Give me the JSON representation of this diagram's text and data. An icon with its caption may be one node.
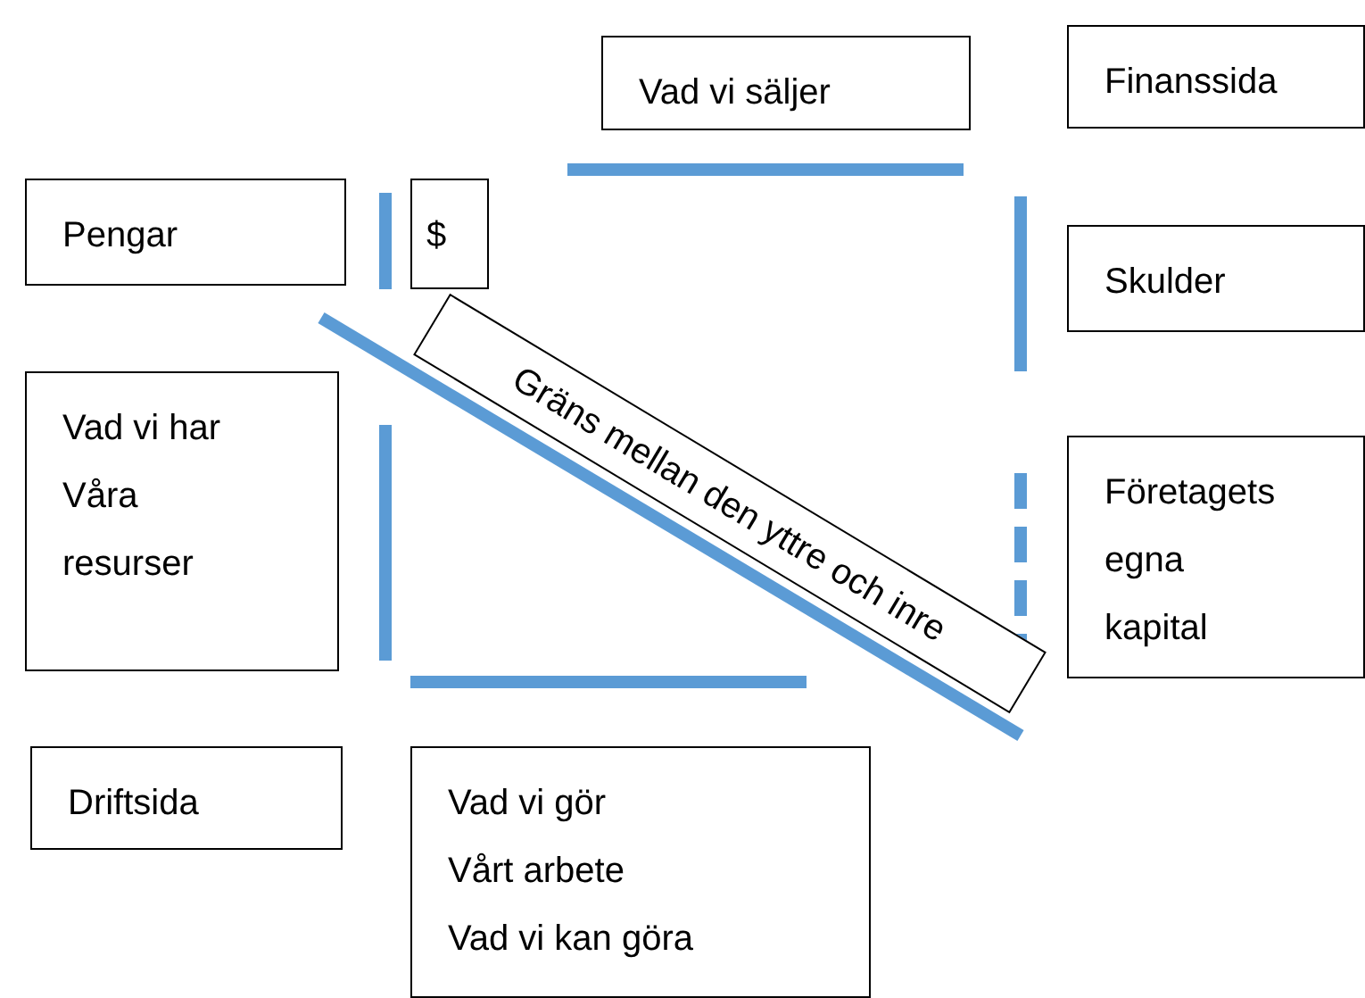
{
  "diagram": {
    "nodes": [
      {
        "text": [
          "Vad vi säljer"
        ]
      },
      {
        "text": [
          "Finanssida"
        ]
      },
      {
        "text": [
          "Pengar"
        ]
      },
      {
        "text": [
          "$"
        ]
      },
      {
        "text": [
          "Skulder"
        ]
      },
      {
        "text": [
          "Gräns mellan den yttre och inre"
        ]
      },
      {
        "text": [
          "Vad vi har",
          "Våra resurser"
        ]
      },
      {
        "text": [
          "Företagets egna kapital"
        ]
      },
      {
        "text": [
          "Driftsida"
        ]
      },
      {
        "text": [
          "Vad vi gör",
          "Vårt arbete",
          "Vad vi kan göra"
        ]
      }
    ]
  }
}
